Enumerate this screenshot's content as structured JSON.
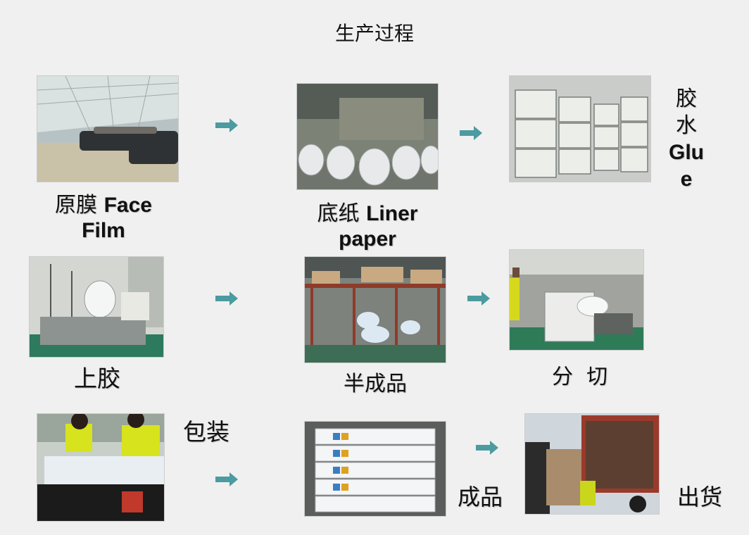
{
  "title": "生产过程",
  "steps": {
    "face_film": {
      "cn": "原膜",
      "en_1": "Face",
      "en_2": "Film"
    },
    "liner": {
      "cn": "底纸",
      "en_1": "Liner",
      "en_2": "paper"
    },
    "glue": {
      "cn_1": "胶",
      "cn_2": "水",
      "en_1": "Glu",
      "en_2": "e"
    },
    "coating": {
      "cn": "上胶"
    },
    "semi": {
      "cn": "半成品"
    },
    "slitting": {
      "cn": "分  切"
    },
    "packing": {
      "cn": "包装"
    },
    "finished": {
      "cn": "成品"
    },
    "shipping": {
      "cn": "出货"
    }
  },
  "colors": {
    "arrow": "#4b9ba0",
    "background": "#f0f0f0"
  }
}
